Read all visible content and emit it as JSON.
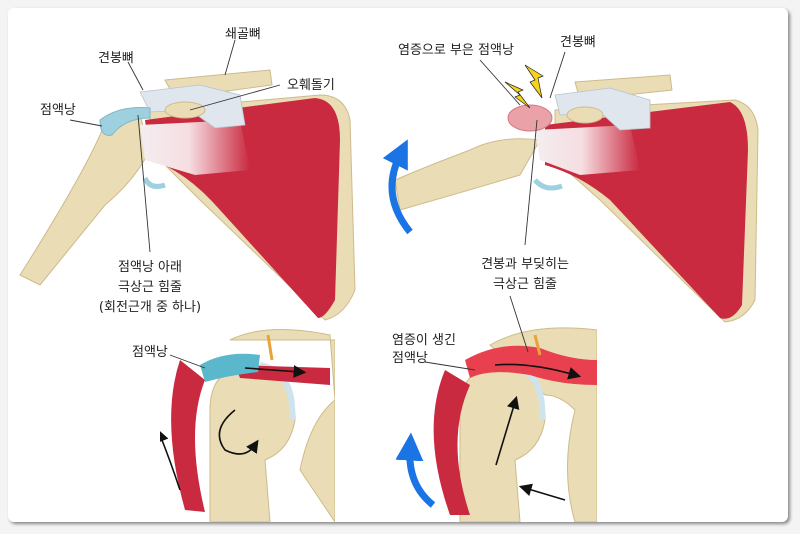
{
  "labels": {
    "normal": {
      "clavicle": "쇄골뼈",
      "acromion": "견봉뼈",
      "coracoid": "오훼돌기",
      "bursa": "점액낭",
      "tendon_line1": "점액낭 아래",
      "tendon_line2": "극상근 힘줄",
      "tendon_line3": "(회전근개 중 하나)"
    },
    "impinged": {
      "swollen_bursa": "염증으로 부은 점액낭",
      "acromion": "견봉뼈",
      "tendon_line1": "견봉과 부딪히는",
      "tendon_line2": "극상근 힘줄"
    },
    "section_normal": {
      "bursa": "점액낭"
    },
    "section_inflamed": {
      "bursa_line1": "염증이 생긴",
      "bursa_line2": "점액낭"
    }
  },
  "colors": {
    "bone": "#eadcb4",
    "muscle": "#c92a40",
    "bursa_normal": "#9fd0e0",
    "bursa_inflamed": "#e8404f",
    "arrow": "#1b74e4"
  }
}
